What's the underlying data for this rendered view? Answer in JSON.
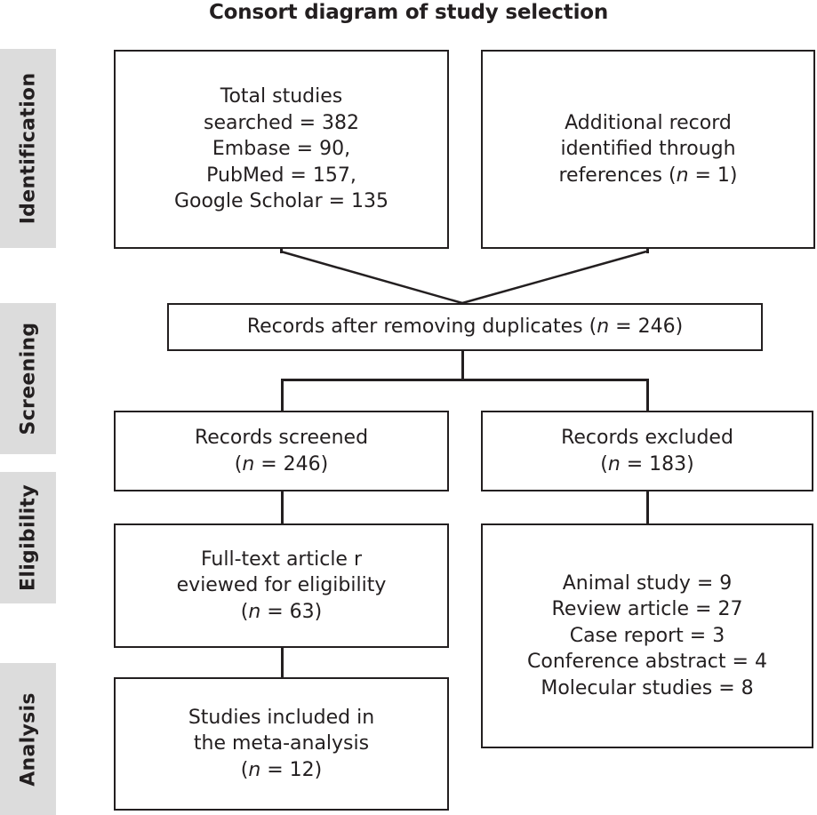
{
  "title": "Consort diagram of study selection",
  "colors": {
    "stage_band_background": "#dcdcdc",
    "line": "#231f20",
    "box_background": "#ffffff",
    "page_background": "#ffffff"
  },
  "stages": [
    {
      "label": "Identification"
    },
    {
      "label": "Screening"
    },
    {
      "label": "Eligibility"
    },
    {
      "label": "Analysis"
    }
  ],
  "boxes": {
    "identification_records": {
      "lines": [
        "Total studies",
        "searched = 382",
        "Embase = 90,",
        "PubMed = 157,",
        "Google Scholar = 135"
      ]
    },
    "additional_records": {
      "lines": [
        "Additional record",
        "identified through",
        "references ("
      ],
      "n_label": "n",
      "n_tail": " = 1)"
    },
    "duplicates_removed": {
      "prefix": "Records after removing duplicates (",
      "n_label": "n",
      "n_tail": " = 246)"
    },
    "records_screened": {
      "lines": [
        "Records screened",
        "("
      ],
      "n_label": "n",
      "n_tail": " = 246)"
    },
    "records_excluded": {
      "lines": [
        "Records excluded",
        "("
      ],
      "n_label": "n",
      "n_tail": " = 183)"
    },
    "fulltext_reviewed": {
      "lines": [
        "Full-text article r",
        "eviewed for eligibility",
        "("
      ],
      "n_label": "n",
      "n_tail": " = 63)"
    },
    "exclusion_reasons": {
      "lines": [
        "Animal study = 9",
        "Review article = 27",
        "Case report = 3",
        "Conference abstract = 4",
        "Molecular studies = 8"
      ]
    },
    "studies_included": {
      "lines": [
        "Studies included in",
        "the meta-analysis",
        "("
      ],
      "n_label": "n",
      "n_tail": " = 12)"
    }
  },
  "chart_data": {
    "type": "diagram",
    "title": "Consort diagram of study selection",
    "diagram_kind": "PRISMA / CONSORT study selection flow",
    "stages": [
      "Identification",
      "Screening",
      "Eligibility",
      "Analysis"
    ],
    "nodes": [
      {
        "id": "identification_records",
        "stage": "Identification",
        "text": "Total studies searched = 382 Embase = 90, PubMed = 157, Google Scholar = 135",
        "total_searched": 382,
        "sources": {
          "Embase": 90,
          "PubMed": 157,
          "Google Scholar": 135
        }
      },
      {
        "id": "additional_records",
        "stage": "Identification",
        "text": "Additional record identified through references (n = 1)",
        "n": 1
      },
      {
        "id": "duplicates_removed",
        "stage": "Screening",
        "text": "Records after removing duplicates (n = 246)",
        "n": 246
      },
      {
        "id": "records_screened",
        "stage": "Screening",
        "text": "Records screened (n = 246)",
        "n": 246
      },
      {
        "id": "records_excluded",
        "stage": "Screening",
        "text": "Records excluded (n = 183)",
        "n": 183
      },
      {
        "id": "fulltext_reviewed",
        "stage": "Eligibility",
        "text": "Full-text article reviewed for eligibility (n = 63)",
        "n": 63
      },
      {
        "id": "exclusion_reasons",
        "stage": "Eligibility",
        "text": "Animal study = 9, Review article = 27, Case report = 3, Conference abstract = 4, Molecular studies = 8",
        "reasons": {
          "Animal study": 9,
          "Review article": 27,
          "Case report": 3,
          "Conference abstract": 4,
          "Molecular studies": 8
        }
      },
      {
        "id": "studies_included",
        "stage": "Analysis",
        "text": "Studies included in the meta-analysis (n = 12)",
        "n": 12
      }
    ],
    "edges": [
      {
        "from": "identification_records",
        "to": "duplicates_removed"
      },
      {
        "from": "additional_records",
        "to": "duplicates_removed"
      },
      {
        "from": "duplicates_removed",
        "to": "records_screened"
      },
      {
        "from": "duplicates_removed",
        "to": "records_excluded"
      },
      {
        "from": "records_screened",
        "to": "fulltext_reviewed"
      },
      {
        "from": "records_excluded",
        "to": "exclusion_reasons"
      },
      {
        "from": "fulltext_reviewed",
        "to": "studies_included"
      }
    ]
  }
}
